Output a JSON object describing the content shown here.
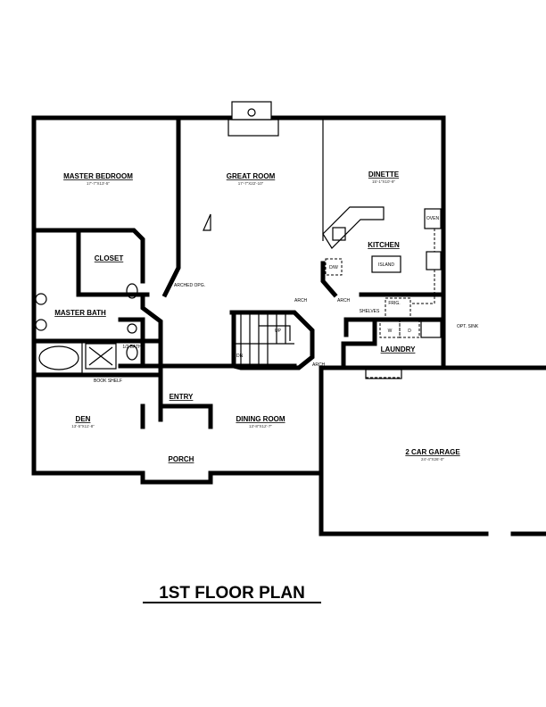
{
  "title": "1ST FLOOR PLAN",
  "rooms": {
    "master_bedroom": {
      "name": "MASTER BEDROOM",
      "dim": "17'-7\"X13'-5\""
    },
    "great_room": {
      "name": "GREAT ROOM",
      "dim": "17'-7\"X22'-10\""
    },
    "dinette": {
      "name": "DINETTE",
      "dim": "15'-1\"X10'-9\""
    },
    "kitchen": {
      "name": "KITCHEN"
    },
    "closet": {
      "name": "CLOSET"
    },
    "master_bath": {
      "name": "MASTER BATH"
    },
    "half_bath": {
      "name": "1/2 BATH"
    },
    "entry": {
      "name": "ENTRY"
    },
    "den": {
      "name": "DEN",
      "dim": "13'-5\"X11'-8\""
    },
    "dining_room": {
      "name": "DINING ROOM",
      "dim": "13'-8\"X12'-7\""
    },
    "porch": {
      "name": "PORCH"
    },
    "laundry": {
      "name": "LAUNDRY"
    },
    "garage": {
      "name": "2 CAR GARAGE",
      "dim": "24'-4\"X26'-0\""
    }
  },
  "notes": {
    "arched_opg": "ARCHED OPG.",
    "arch": "ARCH",
    "book_shelf": "BOOK SHELF",
    "island": "ISLAND",
    "oven": "OVEN",
    "dw": "D/W",
    "frig": "FRIG.",
    "shelves": "SHELVES",
    "washer": "W",
    "dryer": "D",
    "opt_sink": "OPT. SINK",
    "up": "UP",
    "dn": "DN"
  }
}
